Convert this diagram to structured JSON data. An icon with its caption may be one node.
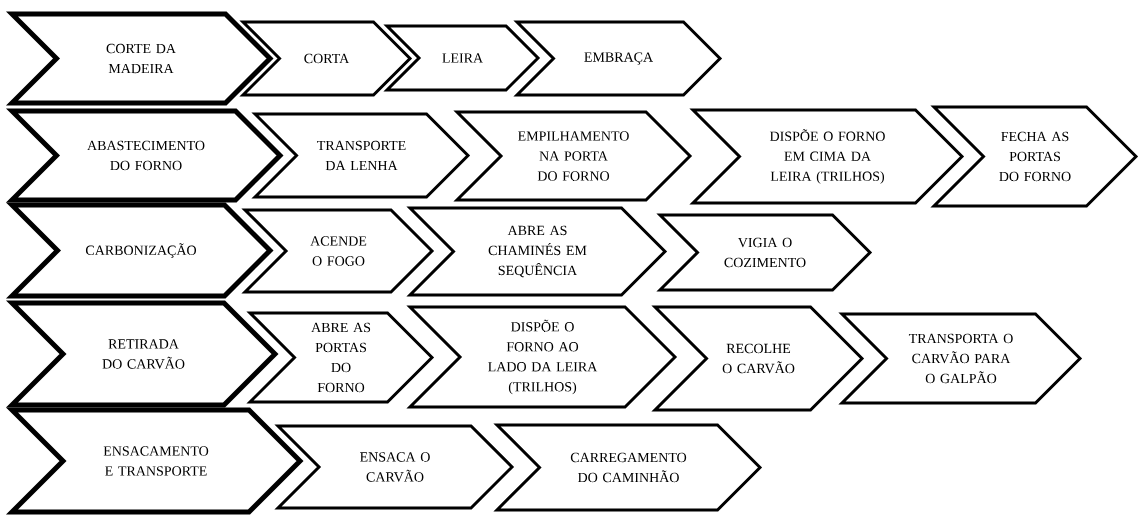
{
  "diagram": {
    "nodes": [
      {
        "text": [
          "CORTE DA MADEIRA"
        ]
      },
      {
        "text": [
          "CORTA"
        ]
      },
      {
        "text": [
          "LEIRA"
        ]
      },
      {
        "text": [
          "EMBRAÇA"
        ]
      },
      {
        "text": [
          "ABASTECIMENTO DO FORNO"
        ]
      },
      {
        "text": [
          "TRANSPORTE DA LENHA"
        ]
      },
      {
        "text": [
          "EMPILHAMENTO NA PORTA DO FORNO"
        ]
      },
      {
        "text": [
          "DISPÕE O FORNO EM CIMA DA LEIRA (TRILHOS)"
        ]
      },
      {
        "text": [
          "FECHA AS PORTAS DO FORNO"
        ]
      },
      {
        "text": [
          "CARBONIZAÇÃO"
        ]
      },
      {
        "text": [
          "ACENDE O FOGO"
        ]
      },
      {
        "text": [
          "ABRE AS CHAMINÉS EM SEQUÊNCIA"
        ]
      },
      {
        "text": [
          "VIGIA O COZIMENTO"
        ]
      },
      {
        "text": [
          "RETIRADA DO CARVÃO"
        ]
      },
      {
        "text": [
          "ABRE AS PORTAS DO FORNO"
        ]
      },
      {
        "text": [
          "DISPÕE O FORNO AO LADO DA LEIRA (TRILHOS)"
        ]
      },
      {
        "text": [
          "RECOLHE O CARVÃO"
        ]
      },
      {
        "text": [
          "TRANSPORTA O CARVÃO PARA O GALPÃO"
        ]
      },
      {
        "text": [
          "ENSACAMENTO E TRANSPORTE"
        ]
      },
      {
        "text": [
          "ENSACA O CARVÃO"
        ]
      },
      {
        "text": [
          "CARREGAMENTO DO CAMINHÃO"
        ]
      }
    ]
  }
}
